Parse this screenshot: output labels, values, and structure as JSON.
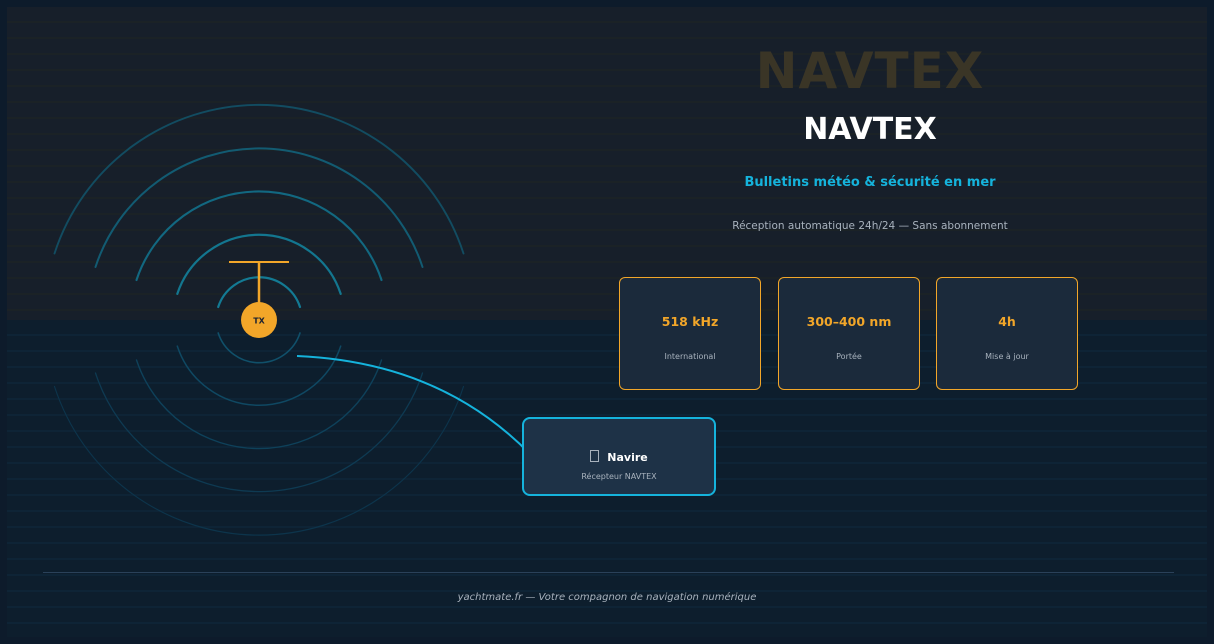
{
  "header": {
    "ghost_title": "NAVTEX",
    "title": "NAVTEX",
    "subtitle": "Bulletins météo & sécurité en mer",
    "tagline": "Réception automatique 24h/24 — Sans abonnement"
  },
  "transmitter": {
    "label": "TX",
    "icon": "antenna-icon",
    "wave_rings": 5
  },
  "stats": [
    {
      "value": "518 kHz",
      "label": "International"
    },
    {
      "value": "300–400 nm",
      "label": "Portée"
    },
    {
      "value": "4h",
      "label": "Mise à jour"
    }
  ],
  "receiver": {
    "icon": "ship-icon",
    "title": "Navire",
    "subtitle": "Récepteur NAVTEX"
  },
  "footer": {
    "text": "yachtmate.fr  —  Votre compagnon de navigation numérique"
  },
  "colors": {
    "accent_orange": "#f2a629",
    "accent_cyan": "#15b3dc",
    "background": "#0d1b2b",
    "card_bg": "#1b2a3b"
  }
}
